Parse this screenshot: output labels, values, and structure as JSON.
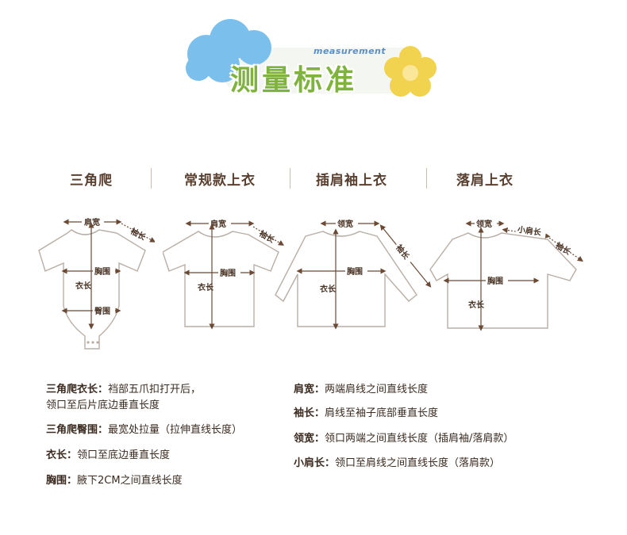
{
  "header": {
    "subtitle": "measurement",
    "title": "测量标准"
  },
  "categories": [
    "三角爬",
    "常规款上衣",
    "插肩袖上衣",
    "落肩上衣"
  ],
  "diagram_labels": {
    "romper": {
      "shoulder": "肩宽",
      "sleeve": "袖长",
      "chest": "胸围",
      "length": "衣长",
      "hip": "臀围"
    },
    "regular": {
      "shoulder": "肩宽",
      "sleeve": "袖长",
      "chest": "胸围",
      "length": "衣长"
    },
    "raglan": {
      "collar": "领宽",
      "sleeve": "袖长",
      "chest": "胸围",
      "length": "衣长"
    },
    "dropped": {
      "collar": "领宽",
      "small_shoulder": "小肩长",
      "sleeve": "袖长",
      "chest": "胸围",
      "length": "衣长"
    }
  },
  "definitions_left": [
    {
      "term": "三角爬衣长：",
      "text": "裆部五爪扣打开后，",
      "text2": "领口至后片底边垂直长度"
    },
    {
      "term": "三角爬臀围：",
      "text": "最宽处拉量（拉伸直线长度）"
    },
    {
      "term": "衣长：",
      "text": "领口至底边垂直长度"
    },
    {
      "term": "胸围：",
      "text": "腋下2CM之间直线长度"
    }
  ],
  "definitions_right": [
    {
      "term": "肩宽：",
      "text": "两端肩线之间直线长度"
    },
    {
      "term": "袖长：",
      "text": "肩线至袖子底部垂直长度"
    },
    {
      "term": "领宽：",
      "text": "领口两端之间直线长度（插肩袖/落肩款）"
    },
    {
      "term": "小肩长：",
      "text": "领口至肩线之间直线长度（落肩款）"
    }
  ],
  "colors": {
    "title_green": "#7fb33d",
    "cloud_blue": "#6fb6e8",
    "flower_yellow": "#f2d34f",
    "text_brown": "#5a4030",
    "line_brown": "#6b4a35"
  }
}
